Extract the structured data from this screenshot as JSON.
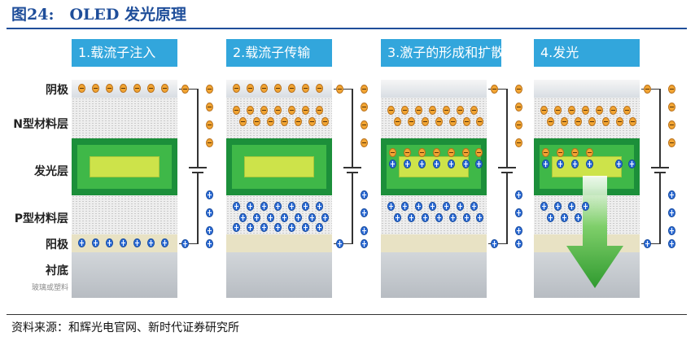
{
  "figure_title": "图24:　OLED 发光原理",
  "source": "资料来源：和辉光电官网、新时代证券研究所",
  "layer_labels": {
    "cathode": "阴极",
    "n_type": "N型材料层",
    "emissive": "发光层",
    "p_type": "P型材料层",
    "anode": "阳极",
    "substrate": "衬底",
    "substrate_note": "玻璃或塑料"
  },
  "steps": [
    {
      "label": "1.载流子注入"
    },
    {
      "label": "2.载流子传输"
    },
    {
      "label": "3.激子的形成和扩散"
    },
    {
      "label": "4.发光"
    }
  ],
  "colors": {
    "title": "#1f4e9a",
    "step_header": "#32a6dc",
    "emissive_outer": "#1c8f3a",
    "emissive_inner": "#cde34a",
    "electron": "#f2a533",
    "hole": "#2f6ed8",
    "arrow": "#3fa83a"
  },
  "icons": {
    "electron": "electron-icon",
    "hole": "hole-icon",
    "battery": "battery-icon",
    "light_arrow": "arrow-down-icon"
  }
}
